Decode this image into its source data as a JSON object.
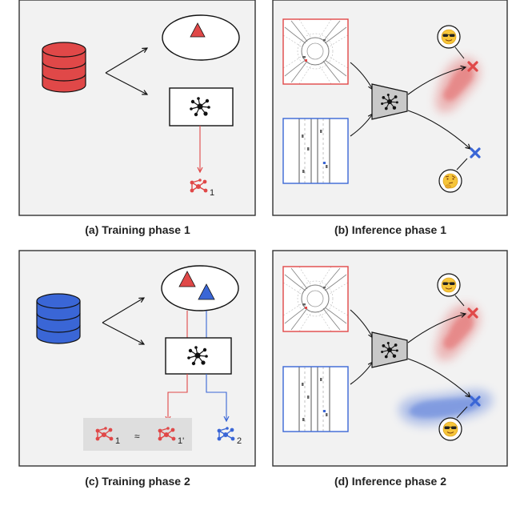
{
  "captions": {
    "a": "(a) Training phase 1",
    "b": "(b) Inference phase 1",
    "c": "(c) Training phase 2",
    "d": "(d) Inference phase 2"
  },
  "labels": {
    "model_1": "1",
    "model_1_prime": "1'",
    "model_2": "2",
    "approx": "≈"
  },
  "colors": {
    "red": "#e04848",
    "blue": "#3a66d6",
    "panel_bg": "#f2f2f2",
    "panel_border": "#333333"
  },
  "icons": {
    "database": "database-icon",
    "network": "network-icon",
    "triangle": "triangle-icon",
    "cross": "cross-icon",
    "emoji_confident": "sunglasses-emoji-icon",
    "emoji_thinking": "thinking-emoji-icon"
  }
}
